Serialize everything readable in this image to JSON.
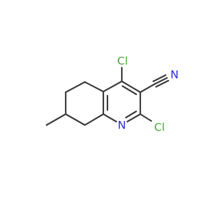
{
  "molecule": {
    "colors": {
      "bond": "#3a3a3a",
      "chlorine": "#4aa83a",
      "nitrogen": "#2a2ad8"
    },
    "labels": {
      "cl_top": "Cl",
      "cl_bottom": "Cl",
      "n_nitrile": "N",
      "n_ring": "N"
    }
  }
}
